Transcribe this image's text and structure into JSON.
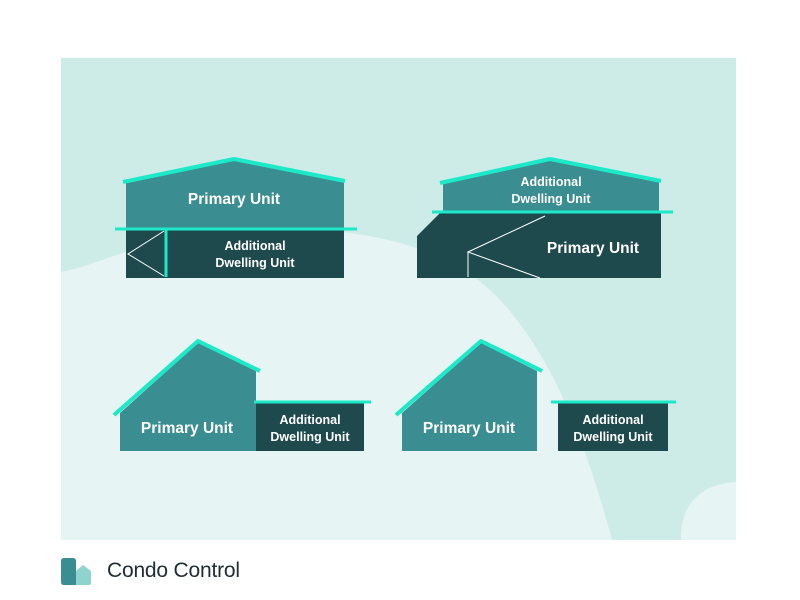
{
  "diagrams": {
    "above": {
      "primary": "Primary Unit",
      "adu_line1": "Additional",
      "adu_line2": "Dwelling Unit"
    },
    "below": {
      "primary": "Primary Unit",
      "adu_line1": "Additional",
      "adu_line2": "Dwelling Unit"
    },
    "attached": {
      "primary": "Primary Unit",
      "adu_line1": "Additional",
      "adu_line2": "Dwelling Unit"
    },
    "detached": {
      "primary": "Primary Unit",
      "adu_line1": "Additional",
      "adu_line2": "Dwelling Unit"
    }
  },
  "brand": {
    "name": "Condo Control",
    "logo_icon": "condo-control-logo-icon"
  },
  "colors": {
    "panel": "#cdece8",
    "panel_light": "#e6f5f3",
    "primary_unit": "#3a8d90",
    "adu_unit": "#1e4a4e",
    "roof_accent": "#1de9c9"
  }
}
